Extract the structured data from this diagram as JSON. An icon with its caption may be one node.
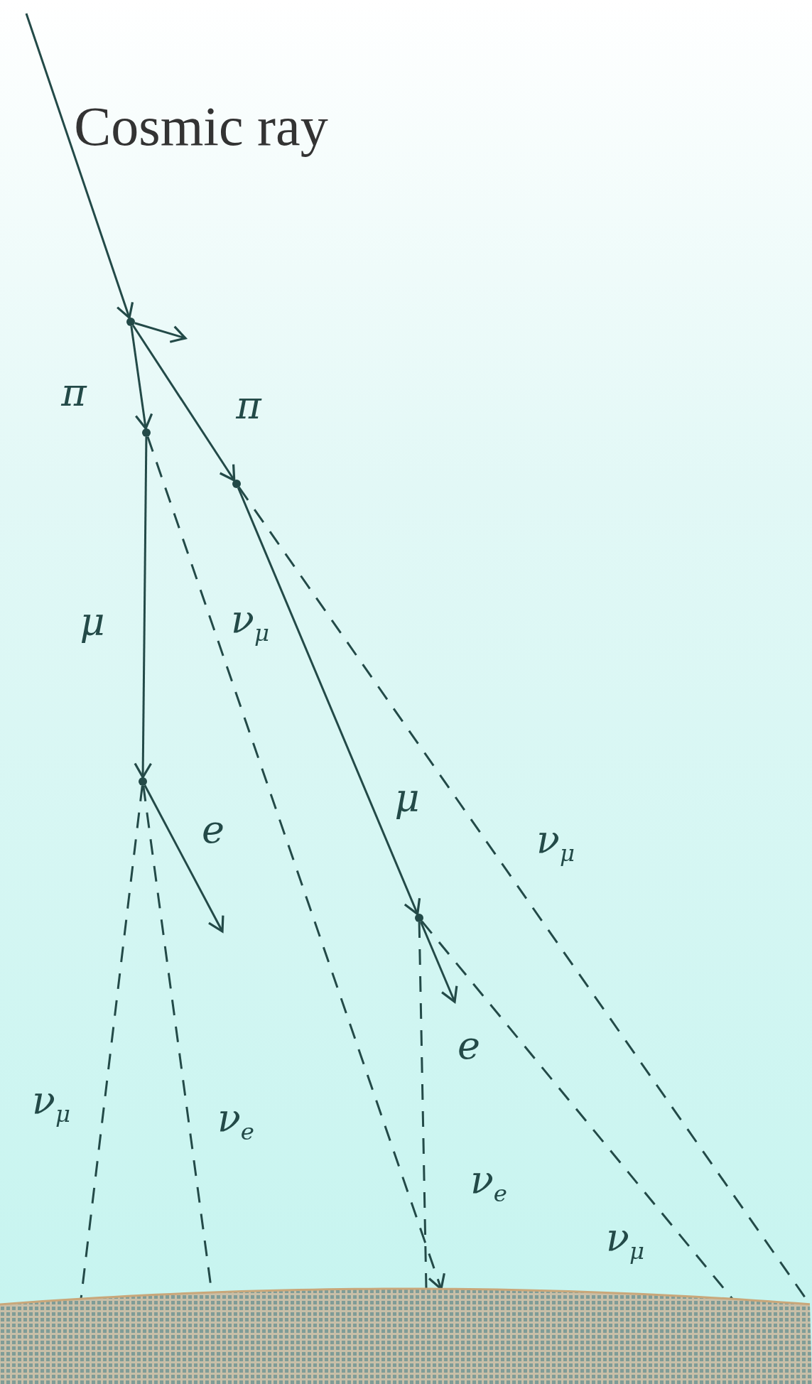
{
  "diagram": {
    "nodes": [
      {
        "text": [],
        "shape": "point"
      },
      {
        "text": [],
        "shape": "point"
      },
      {
        "text": [],
        "shape": "point"
      },
      {
        "text": [],
        "shape": "point"
      },
      {
        "text": [],
        "shape": "point"
      },
      {
        "text": [],
        "shape": "ground"
      }
    ],
    "edges": [
      {
        "from": null,
        "to": 0,
        "arrow": "to",
        "label": "Cosmic ray"
      },
      {
        "from": 0,
        "to": null,
        "arrow": "to"
      },
      {
        "from": 0,
        "to": 1,
        "arrow": "to",
        "label": "π"
      },
      {
        "from": 0,
        "to": 2,
        "arrow": "to",
        "label": "π"
      },
      {
        "from": 1,
        "to": 3,
        "arrow": "to",
        "label": "μ"
      },
      {
        "from": 1,
        "to": 5,
        "arrow": "to",
        "label": "ν$_{μ}$",
        "style": "dashed"
      },
      {
        "from": 2,
        "to": 4,
        "arrow": "to",
        "label": "μ"
      },
      {
        "from": 2,
        "to": 5,
        "arrow": "none",
        "label": "ν$_{μ}$",
        "style": "dashed"
      },
      {
        "from": 3,
        "to": null,
        "arrow": "to",
        "label": "e"
      },
      {
        "from": 3,
        "to": 5,
        "arrow": "none",
        "label": "ν$_{μ}$",
        "style": "dashed"
      },
      {
        "from": 3,
        "to": 5,
        "arrow": "none",
        "label": "ν$_{e}$",
        "style": "dashed"
      },
      {
        "from": 4,
        "to": null,
        "arrow": "to",
        "label": "e"
      },
      {
        "from": 4,
        "to": 5,
        "arrow": "none",
        "label": "ν$_{e}$",
        "style": "dashed"
      },
      {
        "from": 4,
        "to": 5,
        "arrow": "none",
        "label": "ν$_{μ}$",
        "style": "dashed"
      }
    ]
  }
}
